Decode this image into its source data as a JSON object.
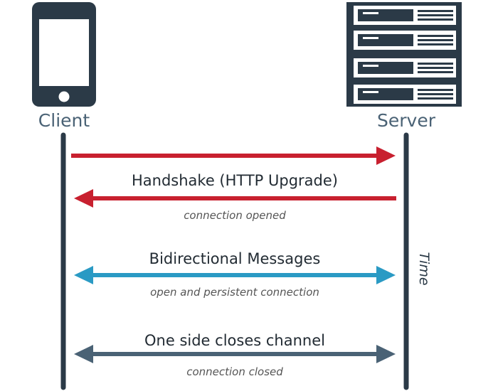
{
  "colors": {
    "dark": "#2b3a47",
    "red": "#c8202f",
    "blue": "#2a9ac4",
    "slate": "#4a6275"
  },
  "client": {
    "label": "Client",
    "icon": "mobile-phone-icon"
  },
  "server": {
    "label": "Server",
    "icon": "server-rack-icon"
  },
  "time_label": "Time",
  "messages": {
    "handshake": {
      "label": "Handshake (HTTP Upgrade)",
      "sublabel": "connection opened"
    },
    "bidirectional": {
      "label": "Bidirectional Messages",
      "sublabel": "open and persistent connection"
    },
    "close": {
      "label": "One side closes channel",
      "sublabel": "connection closed"
    }
  }
}
